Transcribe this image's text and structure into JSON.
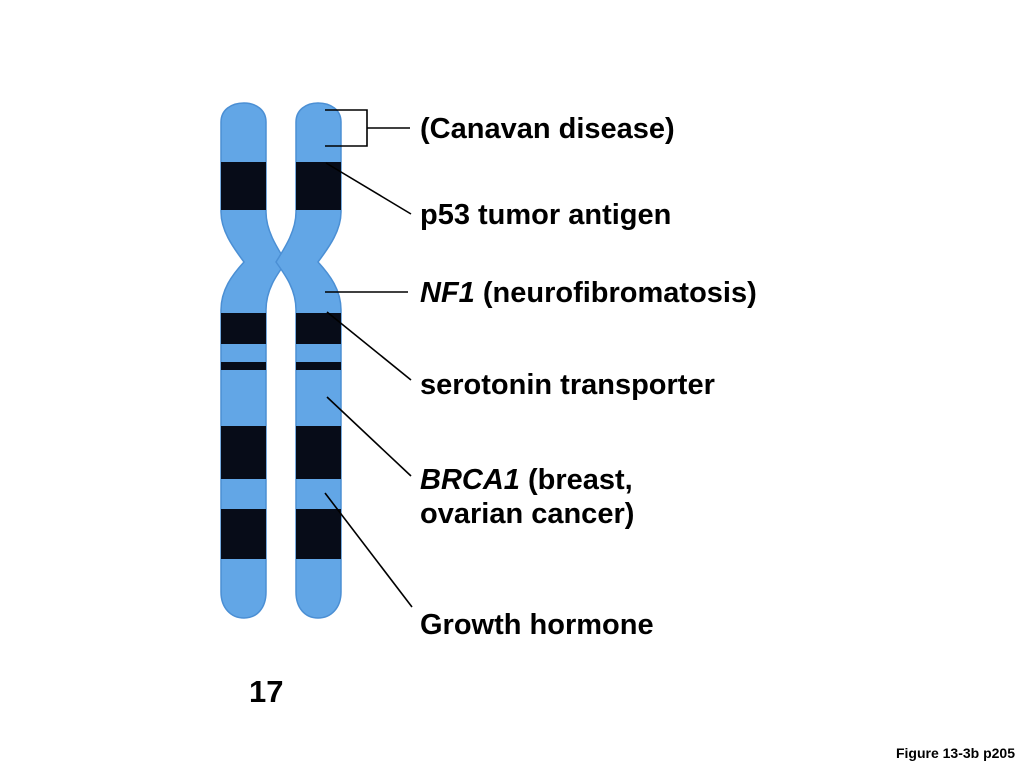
{
  "colors": {
    "chromatid_fill": "#62a6e6",
    "chromatid_edge": "#4b8fd4",
    "band": "#070c18",
    "line": "#000000"
  },
  "chromosome_number": "17",
  "labels": {
    "canavan": "(Canavan disease)",
    "p53": "p53 tumor antigen",
    "nf1_gene": "NF1",
    "nf1_rest": " (neurofibromatosis)",
    "serotonin": "serotonin transporter",
    "brca1_gene": "BRCA1",
    "brca1_rest": " (breast,",
    "brca1_line2": "ovarian cancer)",
    "growth": "Growth hormone"
  },
  "caption": "Figure 13-3b p205"
}
